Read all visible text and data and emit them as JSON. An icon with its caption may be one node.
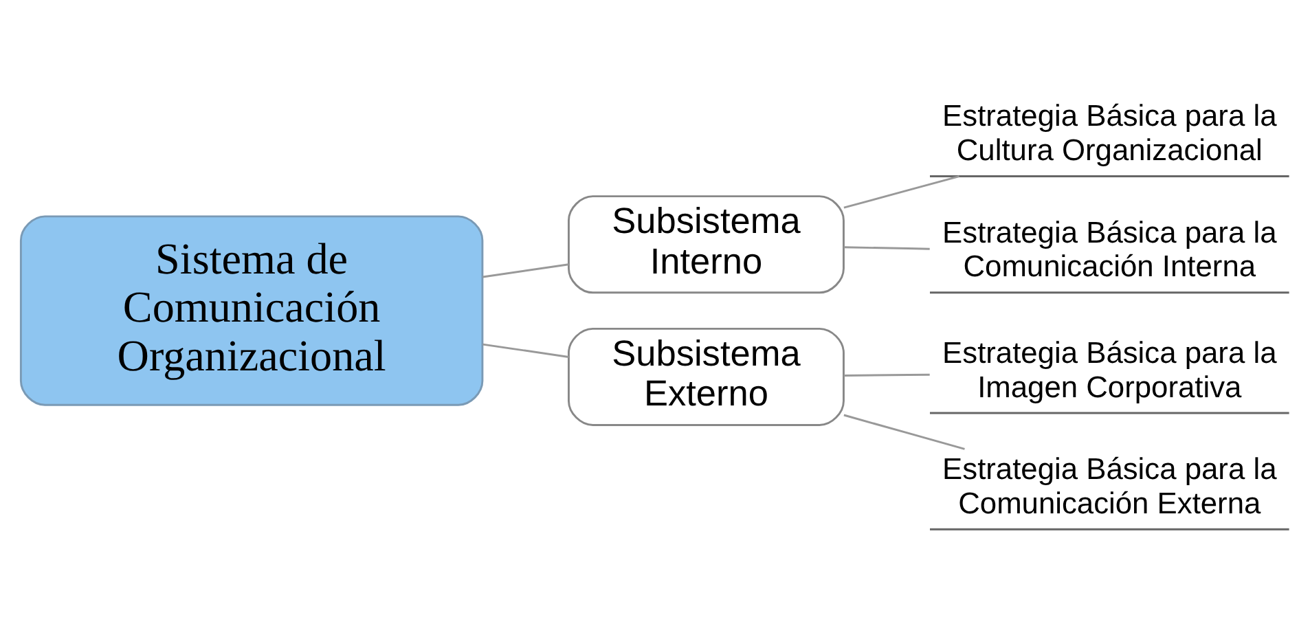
{
  "diagram": {
    "nodes": [
      {
        "text": [
          "Sistema de Comunicación Organizacional"
        ]
      },
      {
        "text": [
          "Subsistema Interno"
        ]
      },
      {
        "text": [
          "Subsistema Externo"
        ]
      },
      {
        "text": [
          "Estrategia Básica para la Cultura Organizacional"
        ]
      },
      {
        "text": [
          "Estrategia Básica para la Comunicación Interna"
        ]
      },
      {
        "text": [
          "Estrategia Básica para la Imagen Corporativa"
        ]
      },
      {
        "text": [
          "Estrategia Básica para la Comunicación Externa"
        ]
      }
    ],
    "edges": [
      {
        "from": 0,
        "to": 1,
        "arrow": "none"
      },
      {
        "from": 0,
        "to": 2,
        "arrow": "none"
      },
      {
        "from": 1,
        "to": 3,
        "arrow": "none"
      },
      {
        "from": 1,
        "to": 4,
        "arrow": "none"
      },
      {
        "from": 2,
        "to": 5,
        "arrow": "none"
      },
      {
        "from": 2,
        "to": 6,
        "arrow": "none"
      }
    ]
  }
}
